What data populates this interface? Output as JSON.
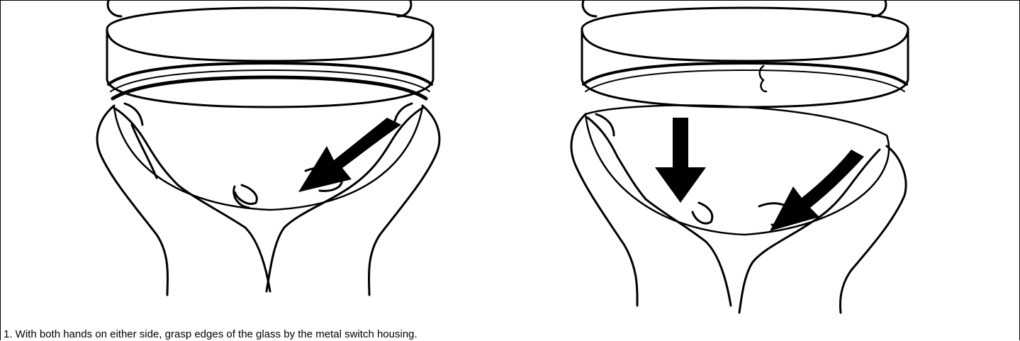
{
  "figure": {
    "step_caption": "1. With both hands on either side, grasp edges of the glass by the metal switch housing.",
    "line_color": "#000000",
    "background_color": "#ffffff",
    "panels": [
      {
        "name": "grasp-glass",
        "arrows": [
          "curved-arrow"
        ]
      },
      {
        "name": "pull-glass-down",
        "arrows": [
          "down-arrow",
          "curved-arrow"
        ]
      }
    ]
  }
}
